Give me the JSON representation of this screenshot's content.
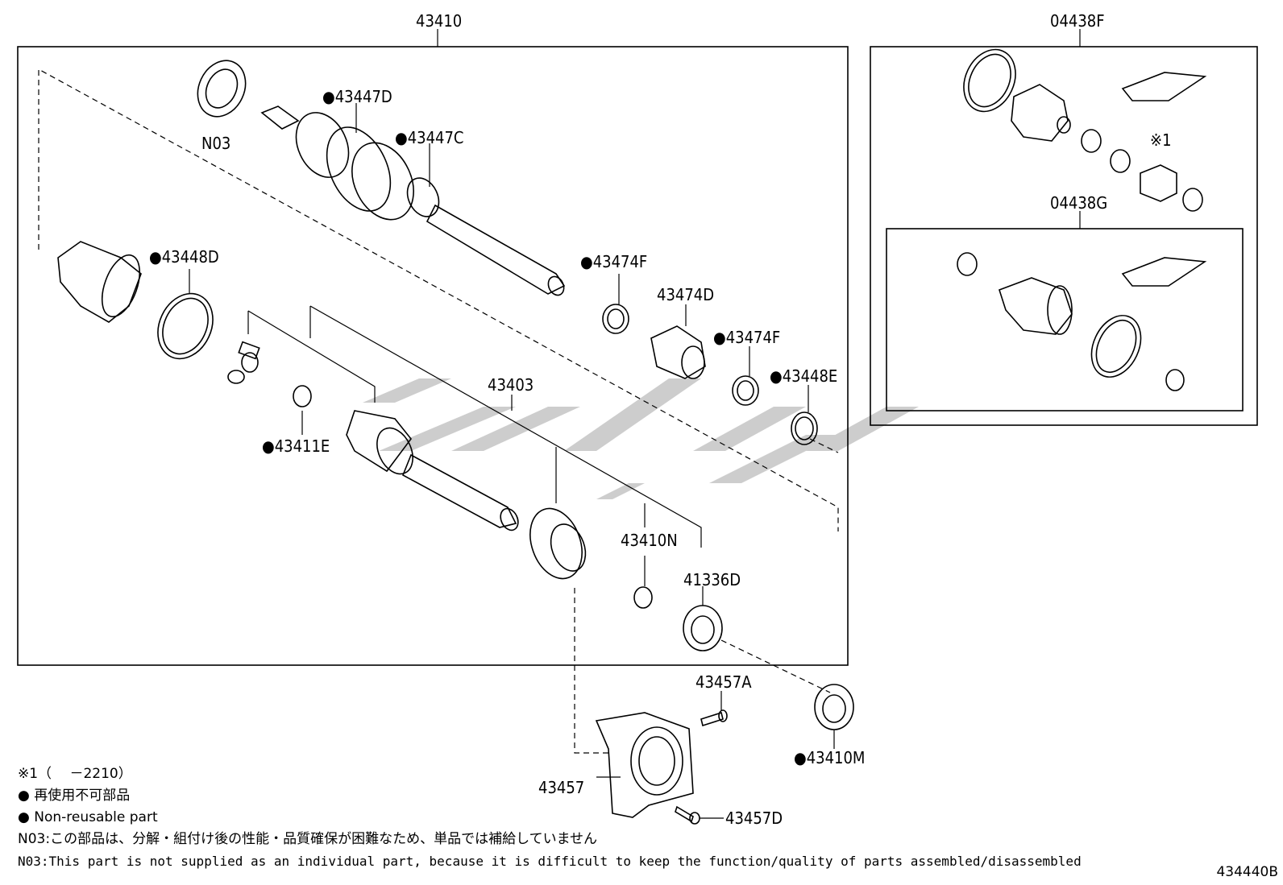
{
  "labels": {
    "main_assembly": "43410",
    "kit_f": "04438F",
    "kit_g": "04438G",
    "n03": "N03",
    "p43447D": "●43447D",
    "p43447C": "●43447C",
    "p43448D": "●43448D",
    "p43474F_a": "●43474F",
    "p43474D": "43474D",
    "p43474F_b": "●43474F",
    "p43448E": "●43448E",
    "p43403": "43403",
    "p43411E": "●43411E",
    "p43410N": "43410N",
    "p41336D": "41336D",
    "p43457A": "43457A",
    "p43457": "43457",
    "p43410M": "●43410M",
    "p43457D": "43457D",
    "ref1": "※1"
  },
  "notes": {
    "ref_note": "※1（　 －2210）",
    "nonreusable_jp": "● 再使用不可部品",
    "nonreusable_en": "● Non-reusable part",
    "n03_jp": "N03:この部品は、分解・組付け後の性能・品質確保が困難なため、単品では補給していません",
    "n03_en": "N03:This part is not supplied as an individual part, because it is difficult to keep the function/quality of parts assembled/disassembled"
  },
  "diagram_code": "434440B",
  "colors": {
    "line": "#000000",
    "watermark": "#b8b8b8"
  }
}
